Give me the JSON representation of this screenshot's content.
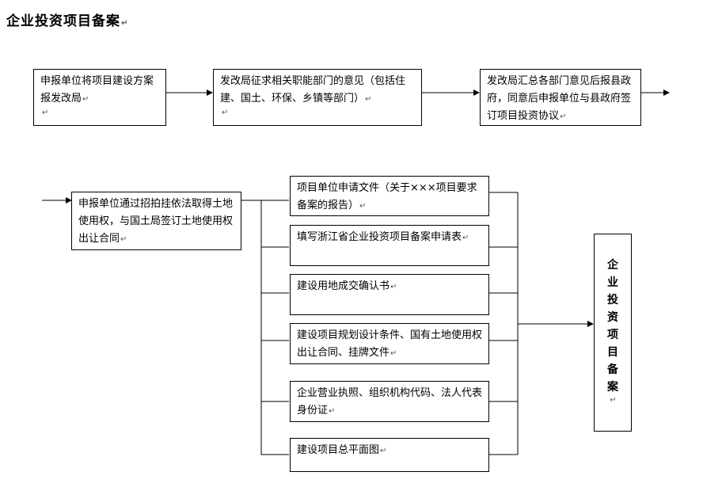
{
  "title": "企业投资项目备案",
  "return_mark": "↵",
  "top_row": [
    "申报单位将项目建设方案报发改局",
    "发改局征求相关职能部门的意见（包括住建、国土、环保、乡镇等部门）",
    "发改局汇总各部门意见后报县政府，同意后申报单位与县政府签订项目投资协议"
  ],
  "land_step": "申报单位通过招拍挂依法取得土地使用权，与国土局签订土地使用权出让合同",
  "materials": [
    "项目单位申请文件（关于×××项目要求备案的报告）",
    "填写浙江省企业投资项目备案申请表",
    "建设用地成交确认书",
    "建设项目规划设计条件、国有土地使用权出让合同、挂牌文件",
    "企业营业执照、组织机构代码、法人代表身份证",
    "建设项目总平面图"
  ],
  "result": [
    "企",
    "业",
    "投",
    "资",
    "项",
    "目",
    "备",
    "案"
  ]
}
